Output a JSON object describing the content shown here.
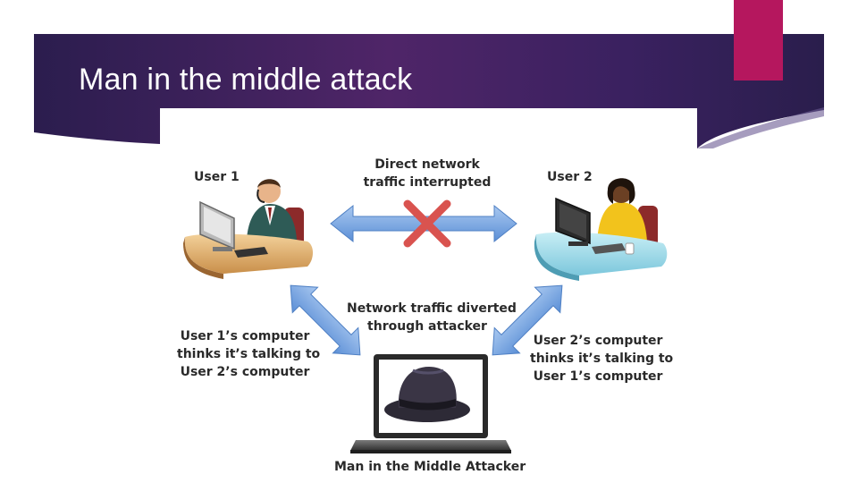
{
  "slide": {
    "title": "Man in the middle attack"
  },
  "diagram": {
    "user1_label": "User 1",
    "user2_label": "User 2",
    "direct_traffic_line1": "Direct network",
    "direct_traffic_line2": "traffic interrupted",
    "diverted_line1": "Network traffic diverted",
    "diverted_line2": "through attacker",
    "user1_thinks_line1": "User 1’s computer",
    "user1_thinks_line2": "thinks it’s talking to",
    "user1_thinks_line3": "User 2’s computer",
    "user2_thinks_line1": "User 2’s computer",
    "user2_thinks_line2": "thinks it’s talking to",
    "user2_thinks_line3": "User 1’s computer",
    "attacker_label": "Man in the Middle Attacker"
  },
  "colors": {
    "banner_left": "#2b1d4e",
    "banner_mid": "#4a2466",
    "accent": "#b5175e",
    "arrow_blue": "#6f9fdc",
    "cross_red": "#d9534f"
  }
}
